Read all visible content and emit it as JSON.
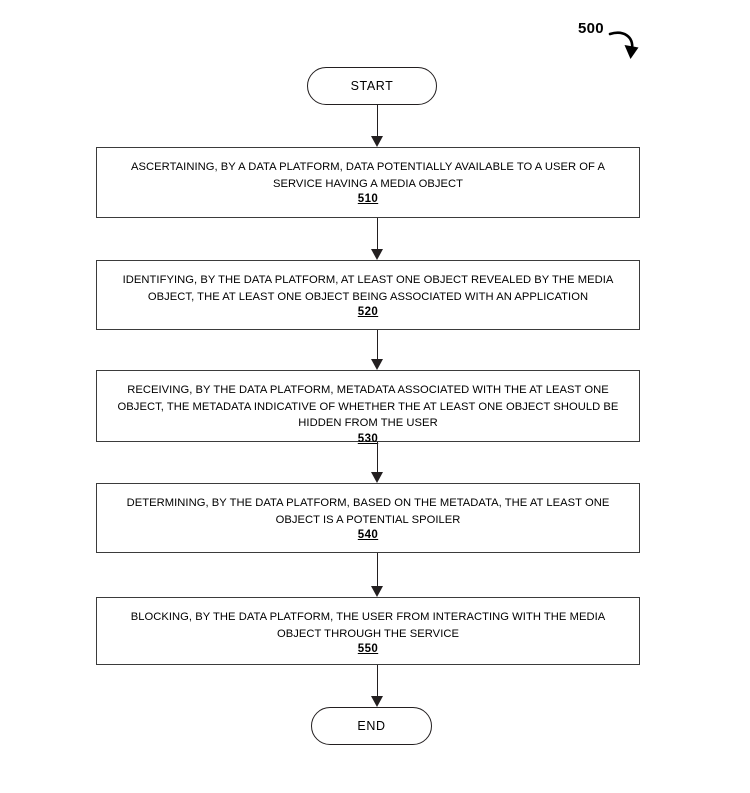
{
  "figure": {
    "reference_number": "500",
    "reference_arrow_icon": "curved-hook-arrow-icon"
  },
  "flowchart": {
    "type": "flowchart",
    "orientation": "vertical",
    "start_node": {
      "label": "START",
      "shape": "stadium"
    },
    "end_node": {
      "label": "END",
      "shape": "stadium"
    },
    "steps": [
      {
        "number": "510",
        "text": "ASCERTAINING, BY A DATA PLATFORM, DATA POTENTIALLY AVAILABLE TO A USER OF A SERVICE HAVING A MEDIA OBJECT"
      },
      {
        "number": "520",
        "text": "IDENTIFYING, BY THE DATA PLATFORM, AT LEAST ONE OBJECT REVEALED BY THE MEDIA OBJECT, THE AT LEAST ONE OBJECT BEING ASSOCIATED WITH AN APPLICATION"
      },
      {
        "number": "530",
        "text": "RECEIVING, BY THE DATA PLATFORM, METADATA ASSOCIATED WITH THE AT LEAST ONE OBJECT, THE METADATA INDICATIVE OF WHETHER THE AT LEAST ONE OBJECT SHOULD BE HIDDEN FROM THE USER"
      },
      {
        "number": "540",
        "text": "DETERMINING, BY THE DATA PLATFORM, BASED ON THE METADATA, THE AT LEAST ONE OBJECT IS A POTENTIAL SPOILER"
      },
      {
        "number": "550",
        "text": "BLOCKING, BY THE DATA PLATFORM, THE USER FROM INTERACTING WITH THE MEDIA OBJECT THROUGH THE SERVICE"
      }
    ],
    "connector_icon": "down-arrow-icon",
    "colors": {
      "line": "#231f20",
      "box_border": "#3b3b3b",
      "text": "#000000",
      "background": "#ffffff"
    }
  }
}
